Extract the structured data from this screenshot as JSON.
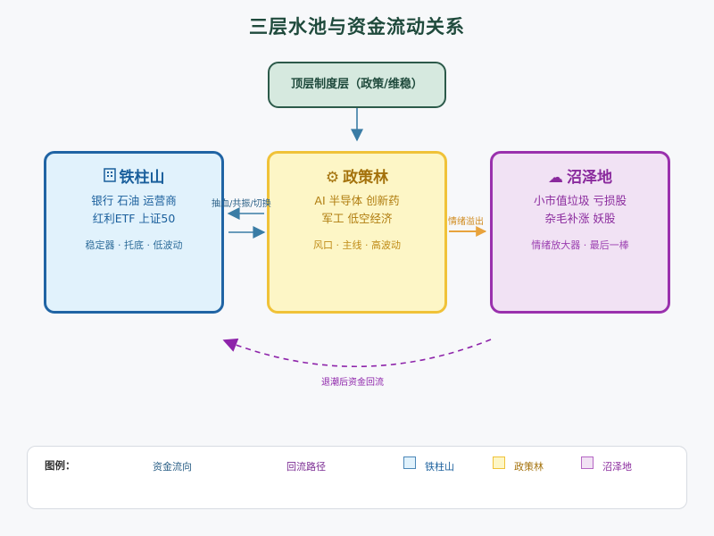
{
  "title": "三层水池与资金流动关系",
  "top_layer": {
    "label": "顶层制度层（政策/维稳）"
  },
  "pools": {
    "iron": {
      "icon": "building-icon",
      "title": "铁柱山",
      "lines": [
        "银行 石油 运营商",
        "红利ETF 上证50"
      ],
      "desc": "稳定器 · 托底 · 低波动"
    },
    "forest": {
      "icon": "gear-bulb-icon",
      "icon_glyph": "⚙",
      "title": "政策林",
      "lines": [
        "AI 半导体 创新药",
        "军工 低空经济"
      ],
      "desc": "风口 · 主线 · 高波动"
    },
    "swamp": {
      "icon": "cloud-icon",
      "icon_glyph": "☁",
      "title": "沼泽地",
      "lines": [
        "小市值垃圾 亏损股",
        "杂毛补涨 妖股"
      ],
      "desc": "情绪放大器 · 最后一棒"
    }
  },
  "edges": {
    "iron_forest": "抽血/共振/切换",
    "forest_swamp": "情绪溢出",
    "return_flow": "退潮后资金回流"
  },
  "legend": {
    "title": "图例：",
    "fund_flow": "资金流向",
    "return_path": "回流路径",
    "iron": "铁柱山",
    "forest": "政策林",
    "swamp": "沼泽地"
  },
  "colors": {
    "title": "#1f4a3c",
    "flow_arrow": "#3a7ca5",
    "swamp_arrow": "#e8a33c",
    "return_arrow": "#8e24aa",
    "iron": "#2064a4",
    "forest": "#f0c238",
    "swamp": "#9a31ad"
  }
}
